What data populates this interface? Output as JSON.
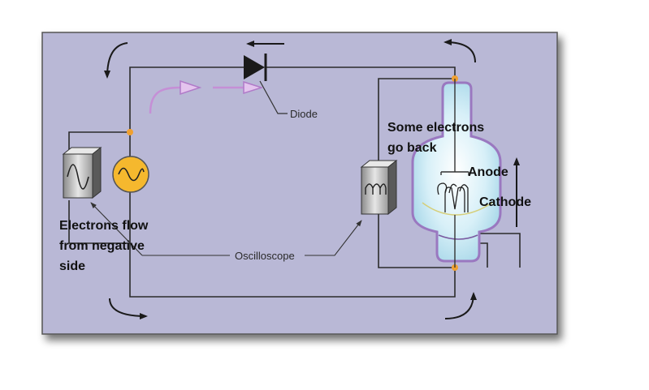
{
  "labels": {
    "diode": "Diode",
    "oscilloscope": "Oscilloscope",
    "some_electrons_line1": "Some electrons",
    "some_electrons_line2": "go back",
    "anode": "Anode",
    "cathode": "Cathode",
    "electrons_flow_line1": "Electrons flow",
    "electrons_flow_line2": "from negative",
    "electrons_flow_line3": "side"
  },
  "colors": {
    "panel": "#b9b8d6",
    "wire": "#2b2b2b",
    "junction": "#f0a030",
    "ac_source": "#f5b82e",
    "electron_arrow": "#c58fd6",
    "tube_glow": "#bfe6f2",
    "tube_outline": "#9a78c0"
  },
  "icons": [
    "diode-symbol",
    "ac-source-icon",
    "oscilloscope-icon",
    "vacuum-tube-icon",
    "flow-arrow-icon"
  ]
}
